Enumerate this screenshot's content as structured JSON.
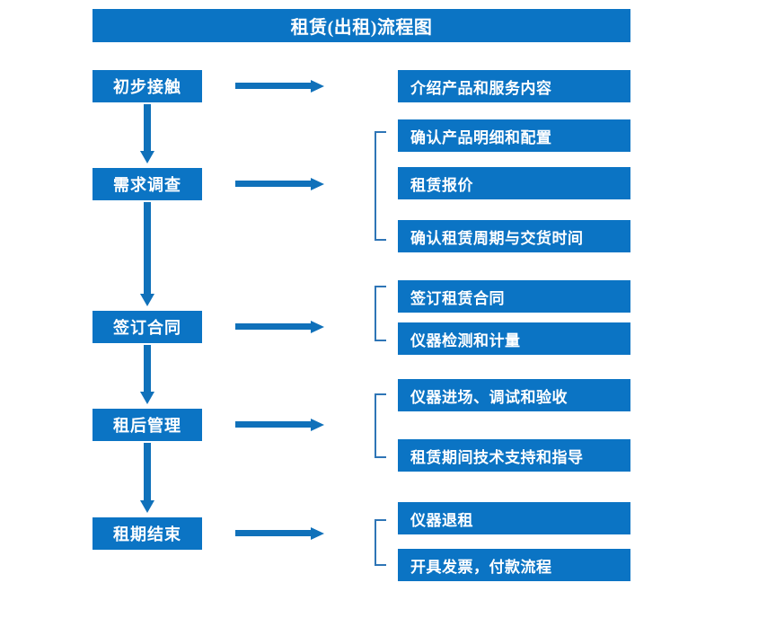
{
  "title": "租赁(出租)流程图",
  "colors": {
    "box_blue": "#0b74c4",
    "text_white": "#ffffff",
    "arrow_blue": "#1071ba",
    "bracket_blue": "#2e75b6",
    "page_background": "#ffffff"
  },
  "icons": {
    "right_arrow": "right-arrow-icon",
    "down_arrow": "down-arrow-icon",
    "bracket": "bracket-icon"
  },
  "chart_data": {
    "type": "diagram",
    "title": "租赁(出租)流程图",
    "orientation": "vertical-left-stages-with-right-details",
    "stages": [
      {
        "id": "stage-1",
        "label": "初步接触",
        "details": [
          "介绍产品和服务内容"
        ],
        "grouped": false
      },
      {
        "id": "stage-2",
        "label": "需求调查",
        "details": [
          "确认产品明细和配置",
          "租赁报价",
          "确认租赁周期与交货时间"
        ],
        "grouped": true
      },
      {
        "id": "stage-3",
        "label": "签订合同",
        "details": [
          "签订租赁合同",
          "仪器检测和计量"
        ],
        "grouped": true
      },
      {
        "id": "stage-4",
        "label": "租后管理",
        "details": [
          "仪器进场、调试和验收",
          "租赁期间技术支持和指导"
        ],
        "grouped": true
      },
      {
        "id": "stage-5",
        "label": "租期结束",
        "details": [
          "仪器退租",
          "开具发票，付款流程"
        ],
        "grouped": true
      }
    ]
  },
  "stages": {
    "s1": {
      "label": "初步接触"
    },
    "s2": {
      "label": "需求调查"
    },
    "s3": {
      "label": "签订合同"
    },
    "s4": {
      "label": "租后管理"
    },
    "s5": {
      "label": "租期结束"
    }
  },
  "details": {
    "d1": {
      "label": "介绍产品和服务内容"
    },
    "d2": {
      "label": "确认产品明细和配置"
    },
    "d3": {
      "label": "租赁报价"
    },
    "d4": {
      "label": "确认租赁周期与交货时间"
    },
    "d5": {
      "label": "签订租赁合同"
    },
    "d6": {
      "label": "仪器检测和计量"
    },
    "d7": {
      "label": "仪器进场、调试和验收"
    },
    "d8": {
      "label": "租赁期间技术支持和指导"
    },
    "d9": {
      "label": "仪器退租"
    },
    "d10": {
      "label": "开具发票，付款流程"
    }
  }
}
